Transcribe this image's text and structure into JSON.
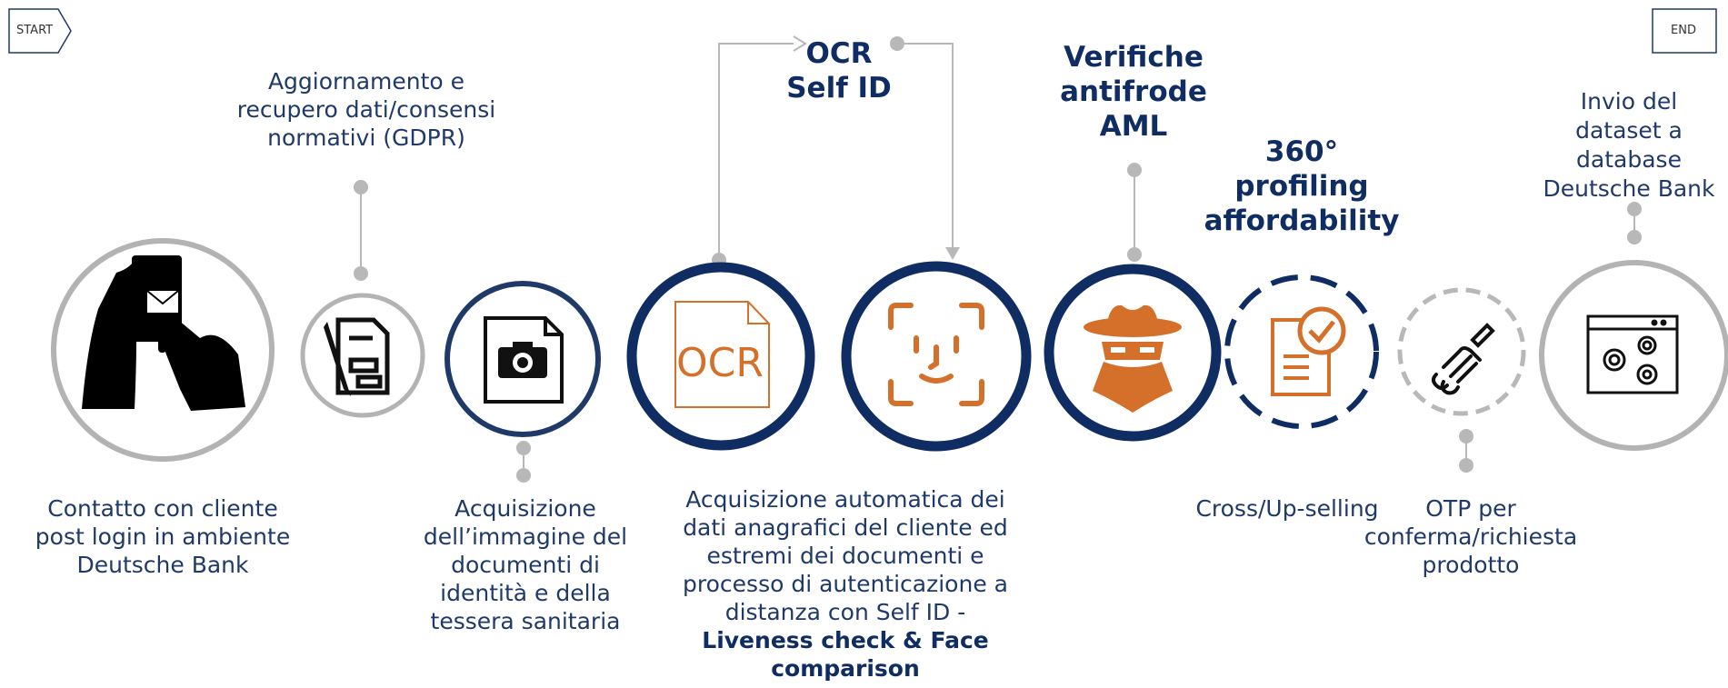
{
  "start_label": "START",
  "end_label": "END",
  "headings": {
    "ocr_line1": "OCR",
    "ocr_line2": "Self ID",
    "aml_line1": "Verifiche",
    "aml_line2": "antifrode",
    "aml_line3": "AML",
    "profiling_line1": "360°",
    "profiling_line2": "profiling",
    "profiling_line3": "affordability"
  },
  "labels": {
    "gdpr": "Aggiornamento e recupero dati/consensi normativi (GDPR)",
    "send_line1": "Invio del",
    "send_line2": "dataset a",
    "send_line3": "database",
    "send_line4": "Deutsche Bank",
    "contact": "Contatto con cliente post login in ambiente Deutsche Bank",
    "acquire_doc": "Acquisizione dell’immagine del documenti di identità e della tessera sanitaria",
    "auto_main": "Acquisizione automatica dei dati anagrafici del cliente ed estremi dei documenti e processo di autenticazione a distanza con Self ID  -",
    "auto_bold": "Liveness check & Face comparison",
    "cross": "Cross/Up-selling",
    "otp": "OTP per conferma/richiesta prodotto"
  },
  "icons": {
    "phone": "hands-holding-phone-icon",
    "form": "form-document-icon",
    "camera": "camera-document-icon",
    "ocr": "ocr-document-icon",
    "face": "face-recognition-icon",
    "spy": "spy-fraud-icon",
    "checklist": "checklist-document-icon",
    "otp": "handshake-icon",
    "settings": "gear-window-icon",
    "ocr_text": "OCR"
  },
  "colors": {
    "navy": "#0f2d63",
    "text": "#1f3a68",
    "orange": "#d4702a",
    "grey": "#b8b8b8"
  }
}
